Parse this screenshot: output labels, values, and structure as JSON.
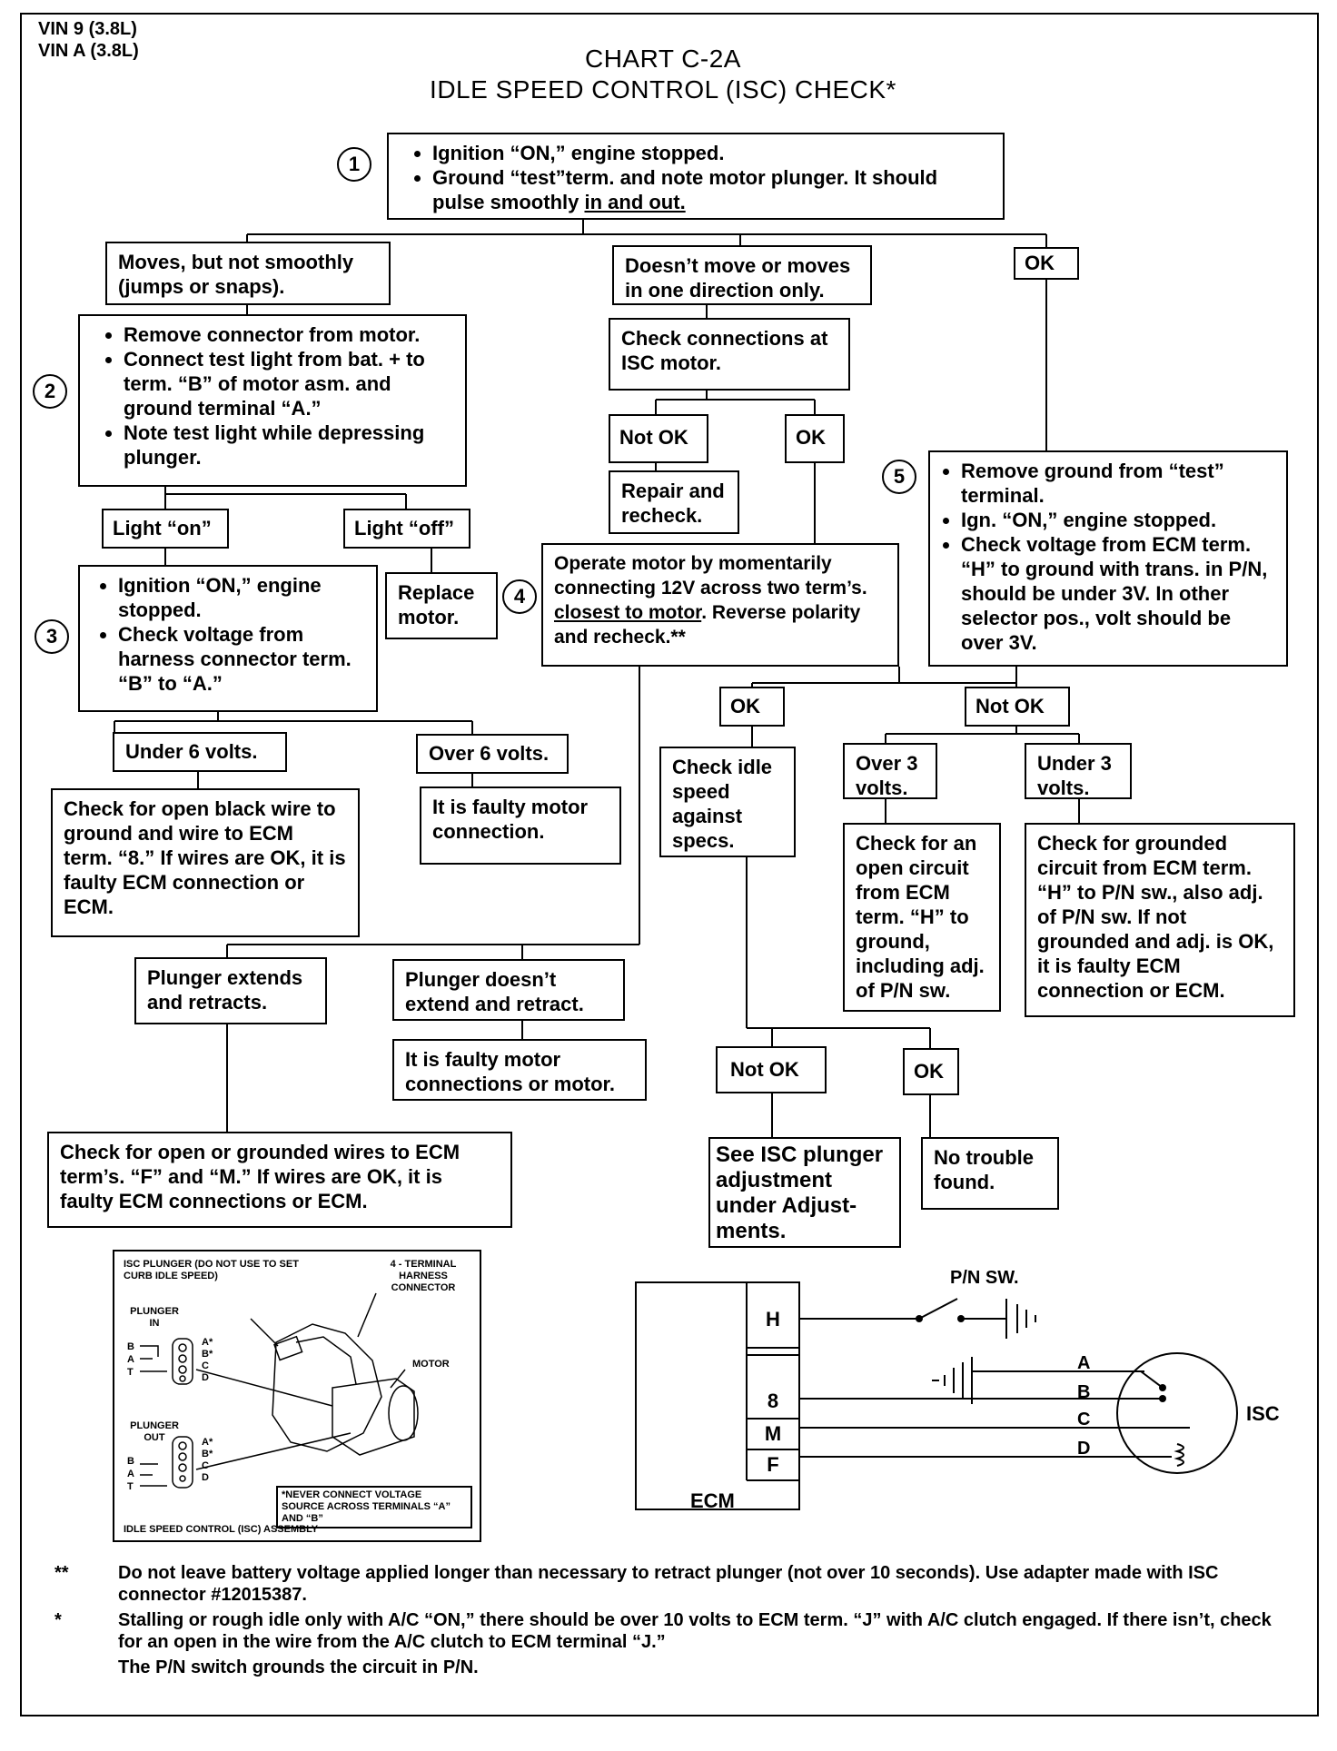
{
  "header": {
    "vin_lines": [
      "VIN 9 (3.8L)",
      "VIN A (3.8L)"
    ],
    "chart_number": "CHART C-2A",
    "chart_title": "IDLE SPEED CONTROL (ISC) CHECK*"
  },
  "steps": {
    "s1": "1",
    "s2": "2",
    "s3": "3",
    "s4": "4",
    "s5": "5"
  },
  "boxes": {
    "step1": [
      "Ignition “ON,” engine stopped.",
      "Ground “test”term. and note motor plunger. It should pulse smoothly",
      "in and out."
    ],
    "moves_not_smooth": "Moves, but not smoothly (jumps or snaps).",
    "doesnt_move": "Doesn’t move or moves in one direction only.",
    "ok_top": "OK",
    "step2": [
      "Remove connector from motor.",
      "Connect test light from bat. + to term. “B” of motor asm. and ground terminal “A.”",
      "Note test light while depressing plunger."
    ],
    "check_connections": "Check connections at ISC motor.",
    "not_ok_1": "Not OK",
    "ok_1": "OK",
    "repair": "Repair and recheck.",
    "step5": [
      "Remove ground from “test” terminal.",
      "Ign. “ON,” engine stopped.",
      "Check voltage from ECM term. “H” to ground with trans. in P/N, should be under 3V. In other selector pos., volt should be over 3V."
    ],
    "light_on": "Light “on”",
    "light_off": "Light “off”",
    "replace_motor": "Replace motor.",
    "step3": [
      "Ignition “ON,” engine stopped.",
      "Check voltage from harness connector term. “B” to “A.”"
    ],
    "step4_a": "Operate motor by momentarily connecting 12V across two term’s.",
    "step4_u": "closest to motor",
    "step4_b": ". Reverse polarity and recheck.**",
    "ok_2": "OK",
    "not_ok_2": "Not OK",
    "under_6": "Under 6 volts.",
    "over_6": "Over 6 volts.",
    "check_idle": "Check idle speed against specs.",
    "over_3": "Over 3 volts.",
    "under_3": "Under 3 volts.",
    "check_black_wire": "Check for open black wire to ground and wire to ECM term. “8.” If wires are OK, it is faulty ECM connection or ECM.",
    "faulty_motor_conn": "It is faulty motor connection.",
    "open_circuit_h": "Check for an open circuit from ECM term. “H” to ground, including adj. of P/N sw.",
    "grounded_circuit_h": "Check for grounded circuit from ECM term. “H” to P/N sw., also adj. of P/N sw.  If not grounded and adj. is OK, it is faulty ECM connection or ECM.",
    "plunger_extends": "Plunger extends and retracts.",
    "plunger_doesnt": "Plunger doesn’t extend and retract.",
    "faulty_motor_conns": "It is faulty motor connections or motor.",
    "not_ok_3": "Not OK",
    "ok_3": "OK",
    "check_open_fm": "Check for open or grounded wires to ECM term’s. “F” and “M.” If wires are OK, it is faulty ECM connections or ECM.",
    "see_isc": "See ISC plunger adjustment under Adjust-ments.",
    "no_trouble": "No trouble found."
  },
  "assembly": {
    "plunger_label": "ISC PLUNGER (DO NOT USE TO SET CURB IDLE SPEED)",
    "harness_label": "4 - TERMINAL HARNESS CONNECTOR",
    "plunger_in": "PLUNGER IN",
    "plunger_out": "PLUNGER OUT",
    "motor": "MOTOR",
    "never_warning": "*NEVER CONNECT VOLTAGE SOURCE ACROSS TERMINALS “A” AND “B”",
    "caption": "IDLE SPEED CONTROL (ISC) ASSEMBLY",
    "pins_left": [
      "B",
      "A",
      "T"
    ],
    "pins_right": [
      "A*",
      "B*",
      "C",
      "D"
    ]
  },
  "wiring": {
    "pn_sw": "P/N SW.",
    "ecm_pins": [
      "H",
      "8",
      "M",
      "F"
    ],
    "ecm": "ECM",
    "isc_pins": [
      "A",
      "B",
      "C",
      "D"
    ],
    "isc": "ISC"
  },
  "notes": [
    {
      "mark": "**",
      "text": "Do not leave battery voltage applied longer than necessary to retract plunger (not over 10 seconds). Use adapter made with ISC connector #12015387."
    },
    {
      "mark": "*",
      "text": "Stalling or rough idle only with A/C “ON,” there should be over 10 volts to ECM term. “J” with A/C clutch engaged. If there isn’t, check for an open in the wire from the A/C clutch to ECM terminal “J.”"
    },
    {
      "mark": "",
      "text": "The P/N switch grounds the circuit in P/N."
    }
  ]
}
